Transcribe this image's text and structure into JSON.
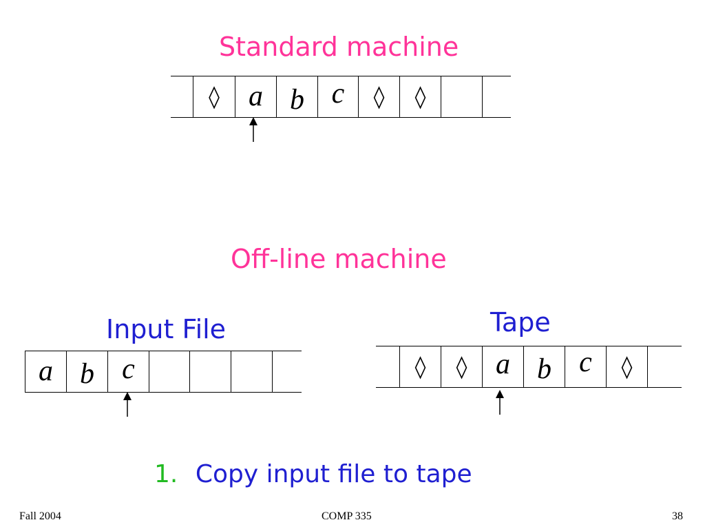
{
  "standard": {
    "title": "Standard machine",
    "cells": [
      "",
      "◊",
      "a",
      "b",
      "c",
      "◊",
      "◊",
      "",
      ""
    ]
  },
  "offline": {
    "title": "Off-line machine",
    "input_file": {
      "label": "Input File",
      "cells": [
        "a",
        "b",
        "c",
        "",
        "",
        "",
        ""
      ]
    },
    "tape": {
      "label": "Tape",
      "cells": [
        "",
        "◊",
        "◊",
        "a",
        "b",
        "c",
        "◊",
        ""
      ]
    }
  },
  "step": {
    "number": "1.",
    "text": "Copy input file to tape"
  },
  "footer": {
    "left": "Fall 2004",
    "center": "COMP 335",
    "right": "38"
  },
  "colors": {
    "title": "#ff3399",
    "label": "#1f1fd1",
    "step_number": "#22bb22"
  }
}
